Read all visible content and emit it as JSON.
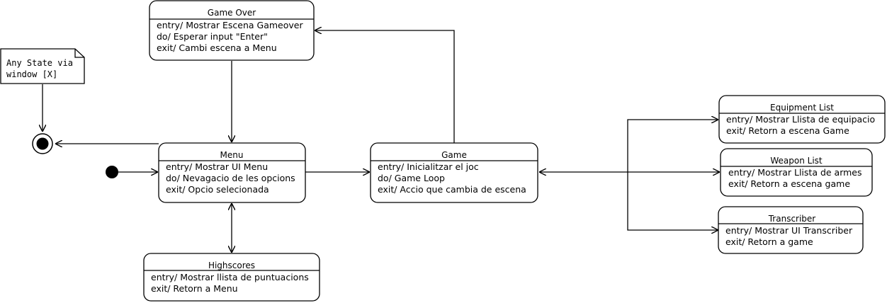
{
  "states": {
    "game_over": {
      "title": "Game Over",
      "lines": [
        "entry/ Mostrar Escena Gameover",
        "do/ Esperar input \"Enter\"",
        "exit/ Cambi escena a Menu"
      ]
    },
    "menu": {
      "title": "Menu",
      "lines": [
        "entry/ Mostrar UI Menu",
        "do/ Nevagacio de les opcions",
        "exit/ Opcio selecionada"
      ]
    },
    "game": {
      "title": "Game",
      "lines": [
        "entry/ Inicialitzar el joc",
        "do/ Game Loop",
        "exit/ Accio que cambia de escena"
      ]
    },
    "highscores": {
      "title": "Highscores",
      "lines": [
        "entry/ Mostrar llista de puntuacions",
        "exit/ Retorn a Menu"
      ]
    },
    "equipment_list": {
      "title": "Equipment List",
      "lines": [
        "entry/ Mostrar Llista de equipacio",
        "exit/ Retorn a escena Game"
      ]
    },
    "weapon_list": {
      "title": "Weapon List",
      "lines": [
        "entry/ Mostrar Llista de armes",
        "exit/ Retorn a escena game"
      ]
    },
    "transcriber": {
      "title": "Transcriber",
      "lines": [
        "entry/ Mostrar UI Transcriber",
        "exit/ Retorn a game"
      ]
    }
  },
  "note": {
    "lines": [
      "Any State via",
      "window [X]"
    ]
  }
}
